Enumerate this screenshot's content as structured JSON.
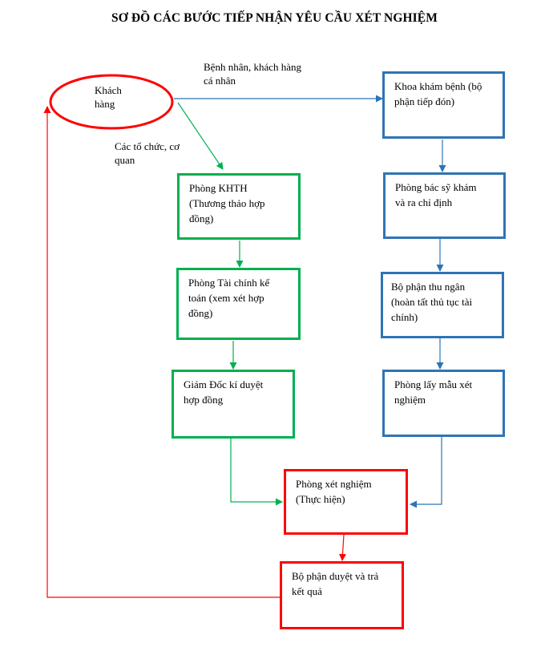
{
  "title": "SƠ ĐỒ CÁC BƯỚC TIẾP NHẬN YÊU CẦU XÉT NGHIỆM",
  "colors": {
    "blue": "#2e74b5",
    "green": "#00b050",
    "red": "#ff0000"
  },
  "customer": {
    "line1": "Khách",
    "line2": "hàng"
  },
  "edge_labels": {
    "individual_line1": "Bệnh nhân, khách hàng",
    "individual_line2": "cá nhân",
    "organization_line1": "Các tổ chức, cơ",
    "organization_line2": "quan"
  },
  "blue_path": {
    "reception": {
      "line1": "Khoa khám bệnh (bộ",
      "line2": "phận tiếp đón)"
    },
    "doctor": {
      "line1": "Phòng bác sỹ khám",
      "line2": "và ra chỉ định"
    },
    "cashier": {
      "line1": "Bộ phận thu ngân",
      "line2": "(hoàn tất thủ tục tài",
      "line3": "chính)"
    },
    "sampling": {
      "line1": "Phòng lấy mẫu xét",
      "line2": "nghiệm"
    }
  },
  "green_path": {
    "planning": {
      "line1": "Phòng KHTH",
      "line2": "(Thương thảo hợp",
      "line3": "đồng)"
    },
    "finance": {
      "line1": "Phòng Tài chính kế",
      "line2": "toán (xem xét hợp",
      "line3": "đồng)"
    },
    "director": {
      "line1": "Giám Đốc kí duyệt",
      "line2": "hợp đồng"
    }
  },
  "red_path": {
    "lab": {
      "line1": "Phòng xét nghiệm",
      "line2": "(Thực hiện)"
    },
    "results": {
      "line1": "Bộ phận duyệt và trả",
      "line2": "kết quả"
    }
  }
}
